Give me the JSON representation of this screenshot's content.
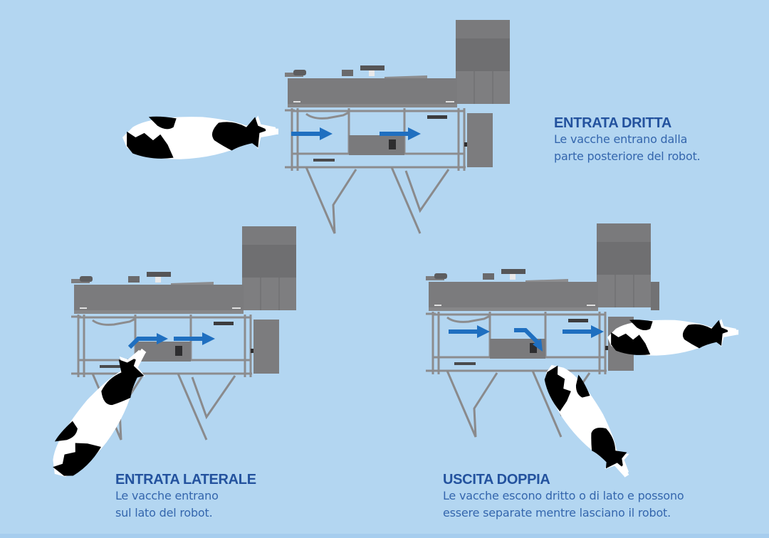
{
  "colors": {
    "background": "#b3d6f1",
    "title": "#23529e",
    "text": "#3466ad",
    "arrow": "#1f6fc0",
    "robot": "#7c7c7e",
    "robot_dark": "#666668",
    "frame": "#8a8a8c"
  },
  "sections": [
    {
      "id": "entrata-dritta",
      "title": "ENTRATA DRITTA",
      "lines": [
        "Le vacche entrano dalla",
        "parte posteriore del robot."
      ]
    },
    {
      "id": "entrata-laterale",
      "title": "ENTRATA LATERALE",
      "lines": [
        "Le vacche entrano",
        "sul lato del robot."
      ]
    },
    {
      "id": "uscita-doppia",
      "title": "USCITA DOPPIA",
      "lines": [
        "Le vacche escono dritto o di lato e possono",
        "essere separate mentre lasciano il robot."
      ]
    }
  ],
  "icons": {
    "robot": "milking-robot-top-view",
    "cow": "holstein-cow-top-view",
    "arrow": "flow-arrow-right"
  }
}
